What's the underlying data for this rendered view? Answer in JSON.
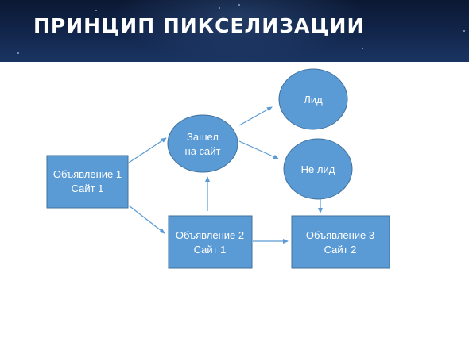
{
  "slide": {
    "title": "ПРИНЦИП ПИКСЕЛИЗАЦИИ"
  },
  "diagram": {
    "nodes": {
      "ad1": {
        "line1": "Объявление 1",
        "line2": "Сайт 1"
      },
      "visited": {
        "line1": "Зашел",
        "line2": "на сайт"
      },
      "lead": {
        "line1": "Лид"
      },
      "notlead": {
        "line1": "Не лид"
      },
      "ad2": {
        "line1": "Объявление 2",
        "line2": "Сайт 1"
      },
      "ad3": {
        "line1": "Объявление 3",
        "line2": "Сайт 2"
      }
    }
  },
  "colors": {
    "node_fill": "#5b9bd5",
    "node_stroke": "#41719c",
    "arrow": "#5b9bd5",
    "header_bg": "#12264c"
  }
}
